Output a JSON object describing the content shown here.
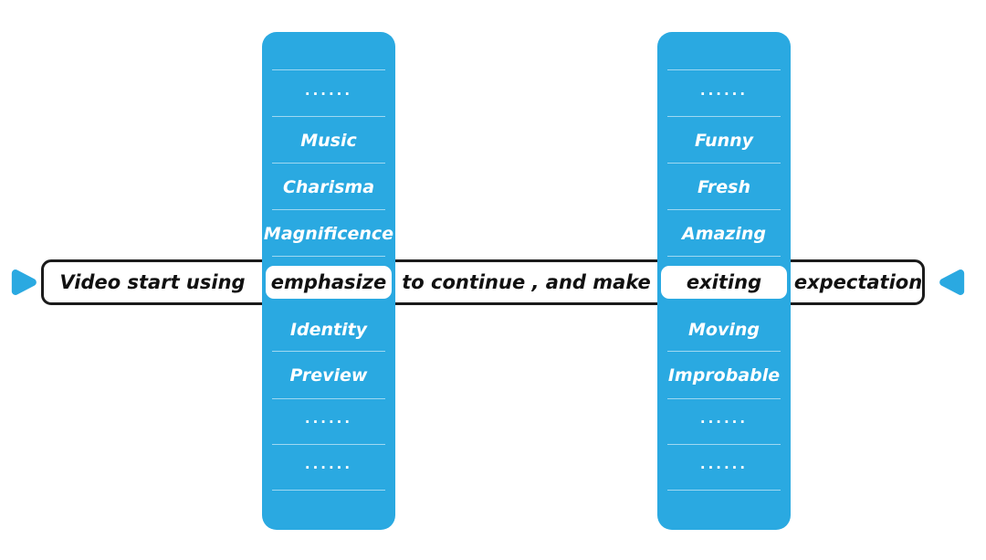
{
  "colors": {
    "accent_blue": "#2AA9E1",
    "bar_border": "#1B1B1B",
    "text_dark": "#111111",
    "text_light": "#FFFFFF"
  },
  "sentence": {
    "segment1": "Video start using",
    "segment2": "to continue , and make",
    "segment3": "expectation"
  },
  "columns": [
    {
      "name": "hook-word-column",
      "rows_top": [
        "······",
        "Music",
        "Charisma",
        "Magnificence"
      ],
      "selected": "emphasize",
      "rows_bottom": [
        "Identity",
        "Preview",
        "······",
        "······"
      ]
    },
    {
      "name": "feeling-word-column",
      "rows_top": [
        "······",
        "Funny",
        "Fresh",
        "Amazing"
      ],
      "selected": "exiting",
      "rows_bottom": [
        "Moving",
        "Improbable",
        "······",
        "······"
      ]
    }
  ],
  "icons": {
    "left_arrow": "play-triangle-right",
    "right_arrow": "play-triangle-left"
  }
}
